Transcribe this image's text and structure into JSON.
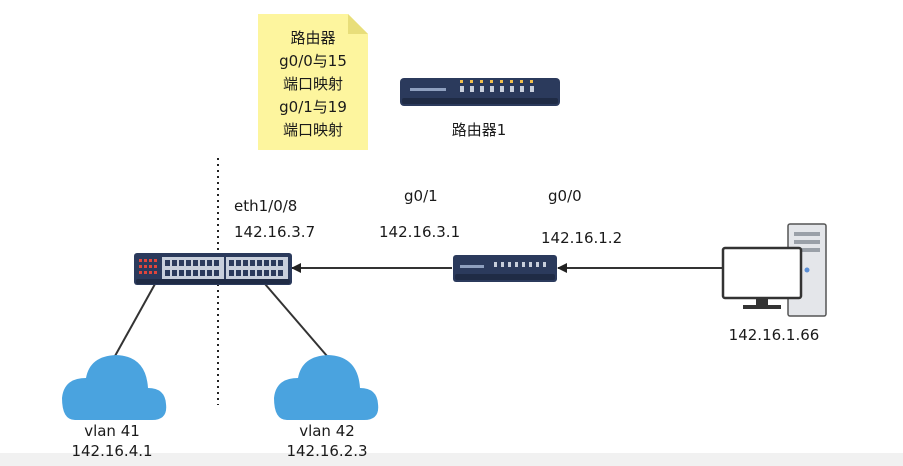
{
  "note": {
    "lines": [
      "路由器",
      "g0/0与15",
      "端口映射",
      "g0/1与19",
      "端口映射"
    ],
    "fill": "#fdf59e"
  },
  "router1": {
    "label": "路由器1"
  },
  "switch": {
    "port_label": "eth1/0/8",
    "ip": "142.16.3.7"
  },
  "router_inline": {
    "port_left_label": "g0/1",
    "port_left_ip": "142.16.3.1",
    "port_right_label": "g0/0",
    "port_right_ip": "142.16.1.2"
  },
  "pc": {
    "ip": "142.16.1.66"
  },
  "vlans": [
    {
      "name": "vlan 41",
      "ip": "142.16.4.1"
    },
    {
      "name": "vlan 42",
      "ip": "142.16.2.3"
    }
  ],
  "colors": {
    "device_navy": "#2b3a5c",
    "port_light": "#c8cfdc",
    "cloud": "#4aa3df",
    "line": "#333333"
  },
  "icons": {
    "router": "router-icon",
    "switch": "switch-icon",
    "pc": "desktop-computer-icon",
    "cloud": "cloud-icon",
    "note": "sticky-note-icon"
  }
}
